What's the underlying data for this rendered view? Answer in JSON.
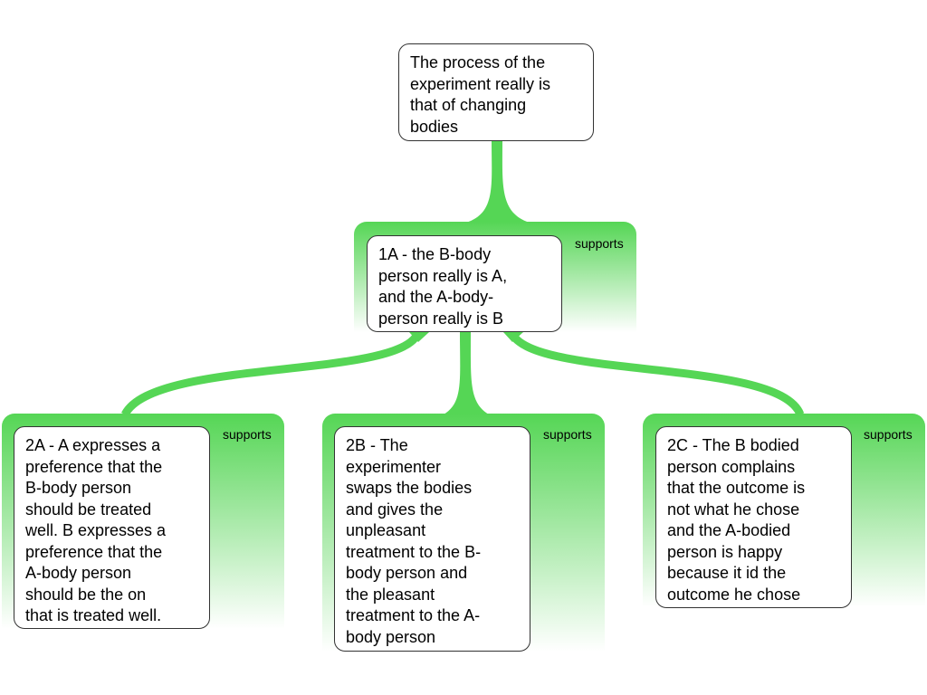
{
  "root": {
    "lines": [
      "The process of the",
      "experiment really is",
      "that of changing",
      "bodies"
    ]
  },
  "node_1a": {
    "lines": [
      "1A - the B-body",
      "person really is A,",
      "and the A-body-",
      "person really is B"
    ],
    "relation": "supports"
  },
  "node_2a": {
    "lines": [
      "2A - A expresses a",
      "preference that the",
      "B-body person",
      "should be treated",
      "well. B expresses a",
      "preference that the",
      "A-body person",
      "should be the on",
      "that is treated well."
    ],
    "relation": "supports"
  },
  "node_2b": {
    "lines": [
      "2B - The",
      "experimenter",
      "swaps the bodies",
      "and gives the",
      "unpleasant",
      "treatment to the B-",
      "body person and",
      "the pleasant",
      "treatment to the  A-",
      "body person"
    ],
    "relation": "supports"
  },
  "node_2c": {
    "lines": [
      "2C - The B bodied",
      "person complains",
      "that the outcome is",
      "not what he chose",
      "and the A-bodied",
      "person is happy",
      "because it id the",
      "outcome he chose"
    ],
    "relation": "supports"
  },
  "colors": {
    "support": "#55d655"
  }
}
